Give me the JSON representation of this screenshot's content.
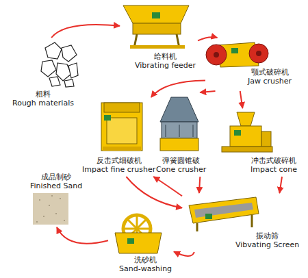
{
  "diagram": {
    "nodes": [
      {
        "text": [
          "粗料",
          "Rough materials"
        ]
      },
      {
        "text": [
          "给料机",
          "Vibrating feeder"
        ]
      },
      {
        "text": [
          "颚式破碎机",
          "Jaw crusher"
        ]
      },
      {
        "text": [
          "反击式细破机",
          "Impact fine crusher"
        ]
      },
      {
        "text": [
          "弹簧圆锥破",
          "Cone crusher"
        ]
      },
      {
        "text": [
          "冲击式破碎机",
          "Impact cone"
        ]
      },
      {
        "text": [
          "振动筛",
          "Vibvating Screen"
        ]
      },
      {
        "text": [
          "洗砂机",
          "Sand-washing"
        ]
      },
      {
        "text": [
          "成品制砂",
          "Finished Sand"
        ]
      }
    ],
    "edges": [
      {
        "from": 0,
        "to": 1,
        "arrow": "to"
      },
      {
        "from": 1,
        "to": 2,
        "arrow": "to"
      },
      {
        "from": 2,
        "to": 3,
        "arrow": "to"
      },
      {
        "from": 2,
        "to": 4,
        "arrow": "to"
      },
      {
        "from": 2,
        "to": 5,
        "arrow": "to"
      },
      {
        "from": 5,
        "to": 6,
        "arrow": "to"
      },
      {
        "from": 4,
        "to": 6,
        "arrow": "to"
      },
      {
        "from": 3,
        "to": 6,
        "arrow": "to"
      },
      {
        "from": 6,
        "to": 3,
        "arrow": "to"
      },
      {
        "from": 6,
        "to": 7,
        "arrow": "to"
      },
      {
        "from": 7,
        "to": 8,
        "arrow": "to"
      }
    ]
  }
}
